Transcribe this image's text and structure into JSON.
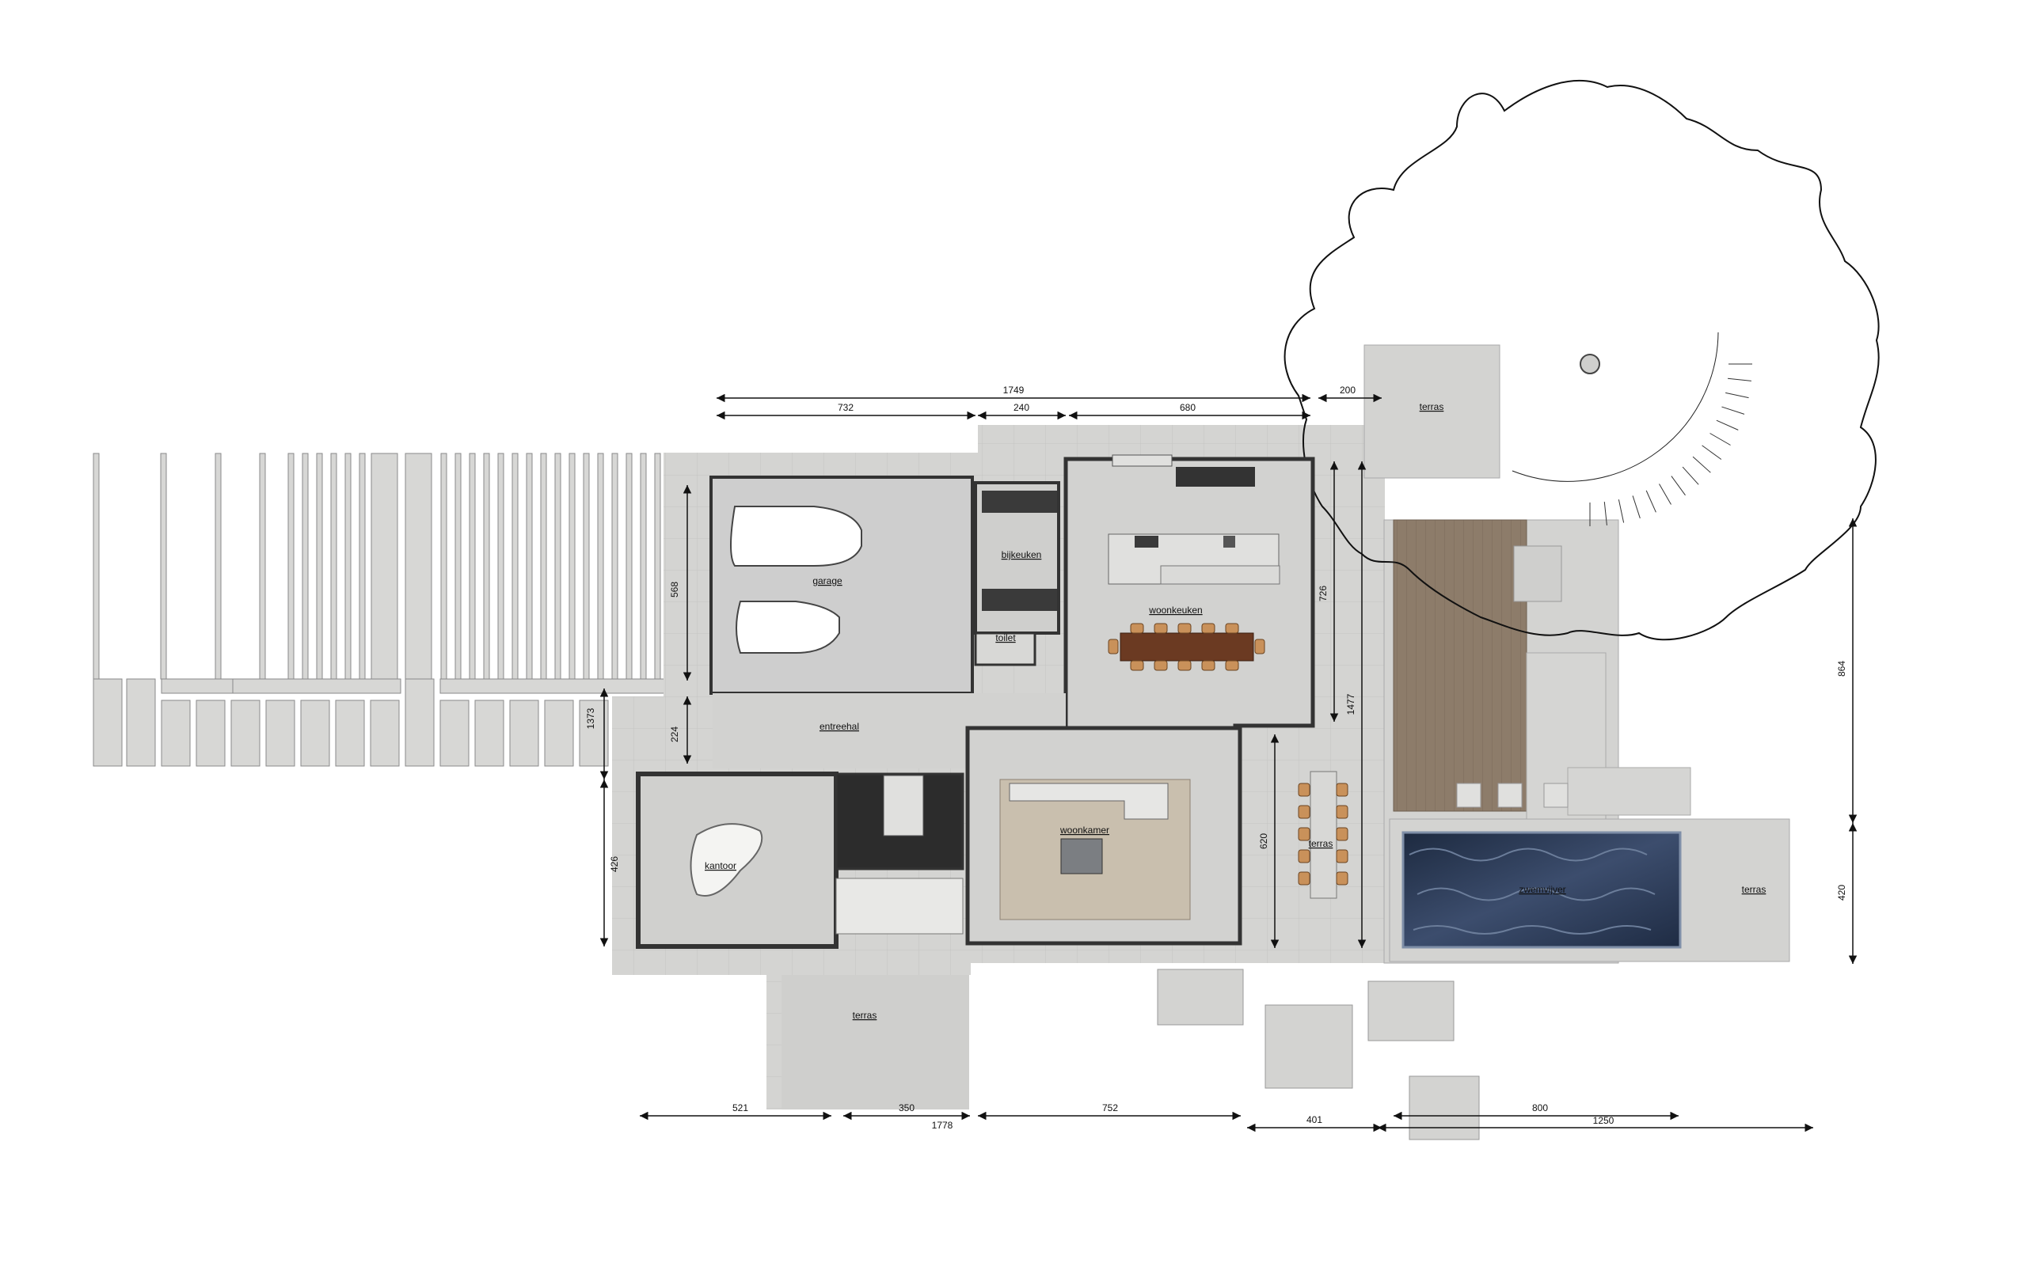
{
  "rooms": {
    "garage": "garage",
    "bijkeuken": "bijkeuken",
    "woonkeuken": "woonkeuken",
    "toilet": "toilet",
    "entreehal": "entreehal",
    "kantoor": "kantoor",
    "woonkamer": "woonkamer",
    "terras_top": "terras",
    "terras_mid": "terras",
    "terras_bottom": "terras",
    "terras_right": "terras",
    "zwemvijver": "zwemvijver"
  },
  "dimensions": {
    "top_total": "1749",
    "top_732": "732",
    "top_240": "240",
    "top_680": "680",
    "top_200": "200",
    "left_568": "568",
    "left_224": "224",
    "left_1373": "1373",
    "left_426": "426",
    "mid_726": "726",
    "mid_1477": "1477",
    "mid_620": "620",
    "right_864": "864",
    "right_420": "420",
    "bottom_521": "521",
    "bottom_350": "350",
    "bottom_1778": "1778",
    "bottom_752": "752",
    "bottom_401": "401",
    "bottom_800": "800",
    "bottom_1250": "1250"
  },
  "colors": {
    "paving": "#d6d6d4",
    "paving_dark": "#c9c9c7",
    "wall": "#3a3a3a",
    "deck": "#8b7a68",
    "water": "#2e3d57",
    "table": "#6b3a22",
    "chair": "#c9915a"
  }
}
